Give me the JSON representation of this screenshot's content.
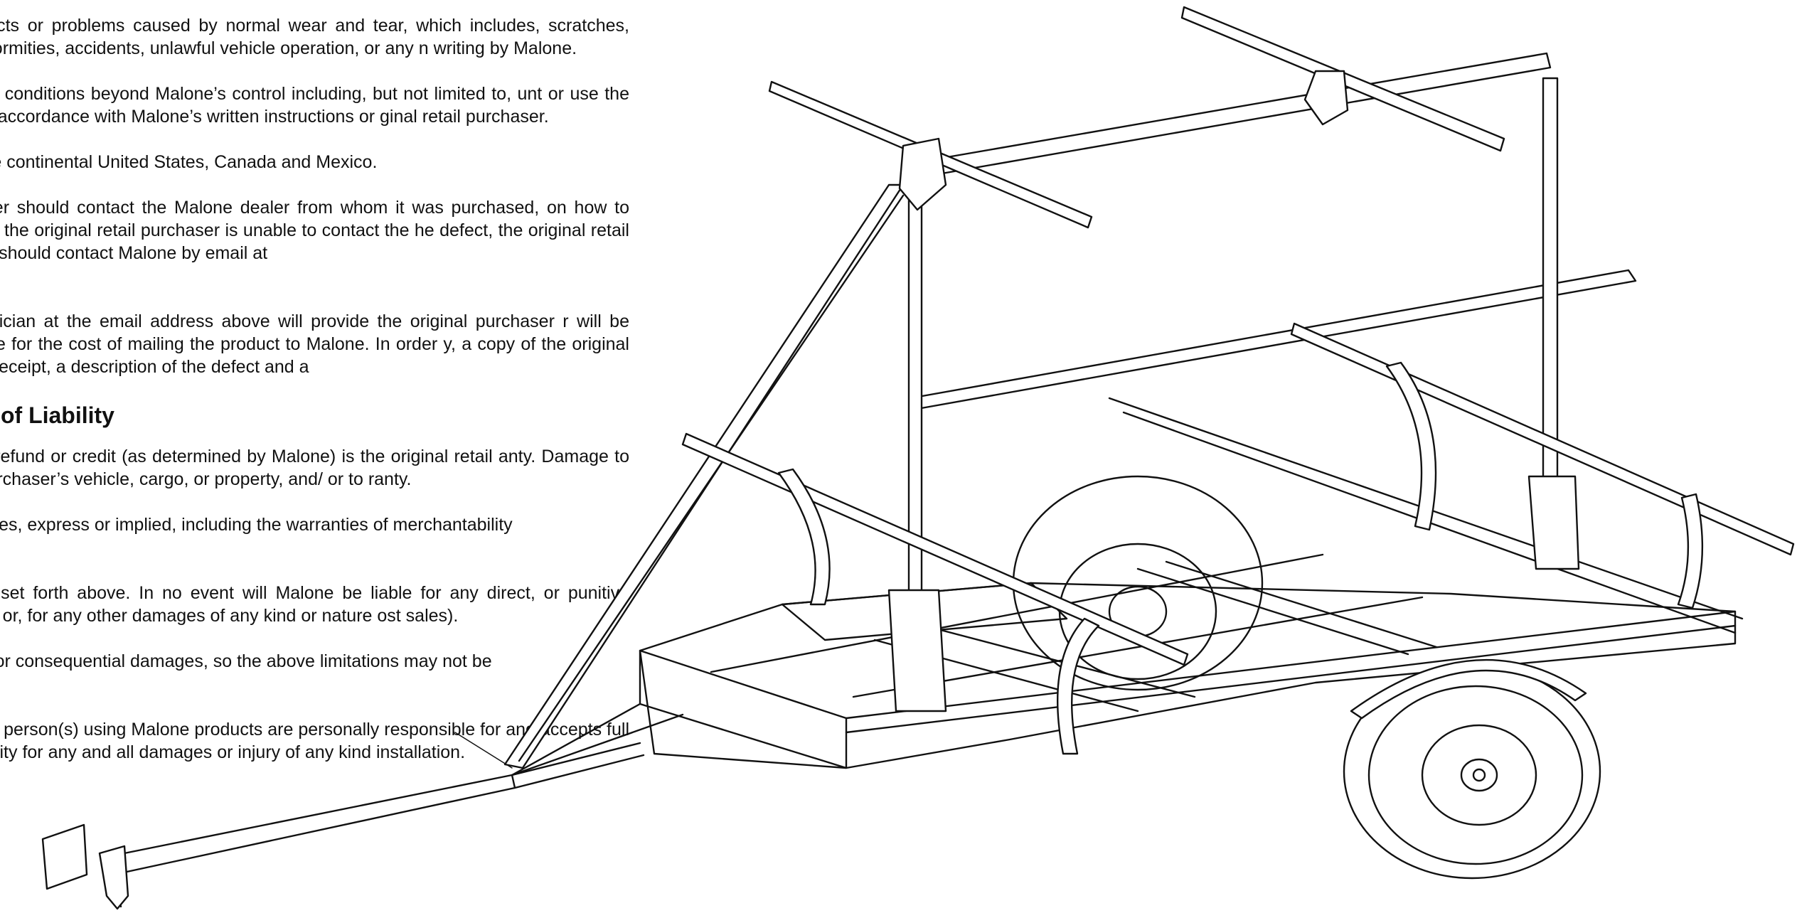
{
  "document": {
    "paragraphs_top": [
      "n for defects or problems caused by normal wear and tear, which includes, scratches, dents, deformities, accidents, unlawful vehicle operation, or any n writing by Malone.",
      "ulting from conditions beyond Malone’s control including, but not limited to, unt or use the product in accordance with Malone’s written instructions or ginal retail purchaser.",
      "tside of the continental United States, Canada and Mexico.",
      "il purchaser should contact the Malone dealer from whom it was purchased, on how to proceed. If the original retail purchaser is unable to contact the he defect, the original retail purchaser should contact Malone by email at",
      "e, a technician at the email address above will provide the original purchaser r will be responsible for the cost of mailing the product to Malone. In order y, a copy of the original purchase receipt, a description of the defect and a"
    ],
    "heading": "claimer of Liability",
    "paragraphs_bottom": [
      "ssue of a refund or credit (as determined by Malone) is the original retail anty. Damage to original purchaser’s vehicle, cargo, or property, and/ or to ranty.",
      "er warranties, express or implied, including the warranties of merchantability",
      "e remedy set forth above. In no event will Malone be liable for any direct, or punitive damages , or, for any other damages of any kind or nature ost sales).",
      "incidental or consequential damages, so the above limitations may not be",
      "rdous. Any person(s) using Malone products are personally responsible for and accepts full responsibility for any and all damages or injury of any kind installation."
    ]
  },
  "illustration": {
    "subject": "trailer-with-crossbar-racks",
    "line_color": "#111111"
  }
}
